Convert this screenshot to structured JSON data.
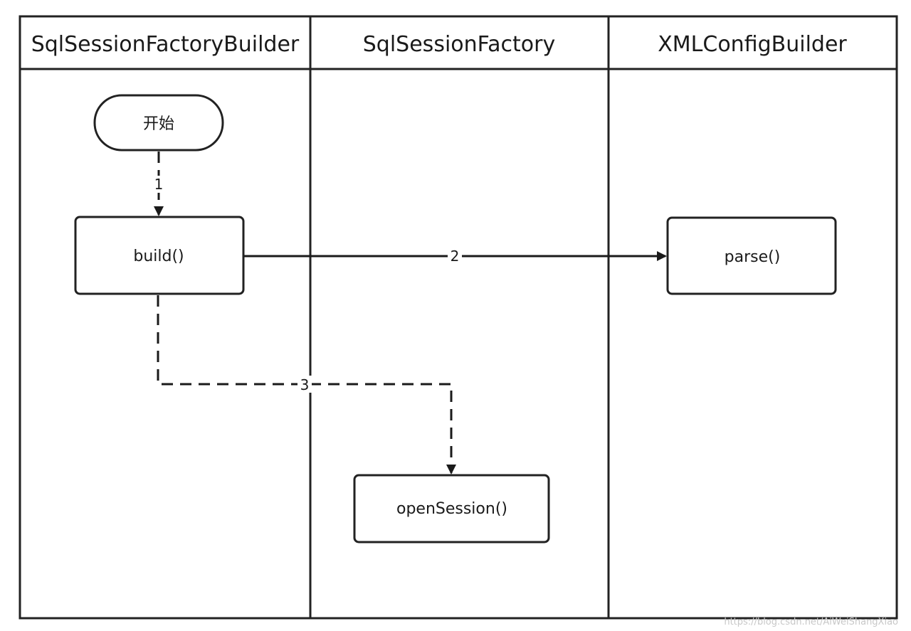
{
  "lanes": [
    {
      "title": "SqlSessionFactoryBuilder"
    },
    {
      "title": "SqlSessionFactory"
    },
    {
      "title": "XMLConfigBuilder"
    }
  ],
  "nodes": {
    "start": {
      "label": "开始"
    },
    "build": {
      "label": "build()"
    },
    "parse": {
      "label": "parse()"
    },
    "open_session": {
      "label": "openSession()"
    }
  },
  "edges": [
    {
      "label": "1",
      "from": "start",
      "to": "build",
      "style": "dashed"
    },
    {
      "label": "2",
      "from": "build",
      "to": "parse",
      "style": "solid"
    },
    {
      "label": "3",
      "from": "build",
      "to": "open_session",
      "style": "dashed"
    }
  ],
  "watermark": "https://blog.csdn.net/AiWeiShangXiao"
}
